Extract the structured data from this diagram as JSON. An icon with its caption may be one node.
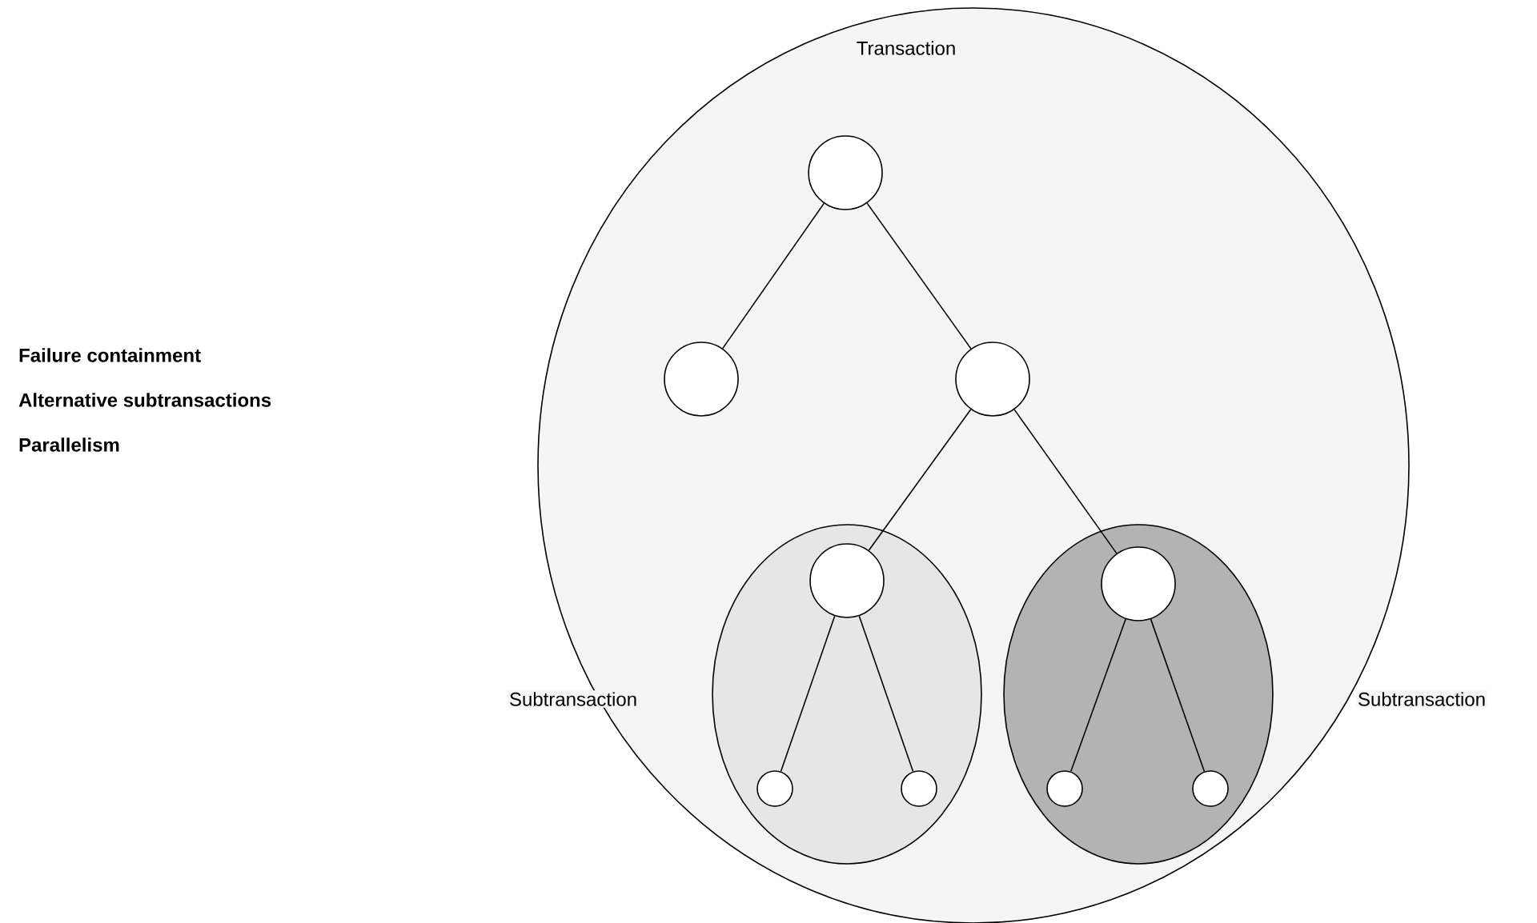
{
  "diagram": {
    "nodes": [
      {
        "text": [
          "Transaction"
        ]
      },
      {
        "text": [],
        "shape": "circle",
        "in": 0
      },
      {
        "text": [],
        "shape": "circle",
        "in": 0
      },
      {
        "text": [],
        "shape": "circle",
        "in": 0
      },
      {
        "text": [],
        "shape": "ellipse",
        "in": 0,
        "beside": [
          "Subtransaction"
        ]
      },
      {
        "text": [],
        "shape": "circle",
        "in": 4
      },
      {
        "text": [],
        "shape": "circle",
        "in": 4
      },
      {
        "text": [],
        "shape": "circle",
        "in": 4
      },
      {
        "text": [],
        "shape": "ellipse",
        "in": 0,
        "beside": [
          "Subtransaction"
        ]
      },
      {
        "text": [],
        "shape": "circle",
        "in": 8
      },
      {
        "text": [],
        "shape": "circle",
        "in": 8
      },
      {
        "text": [],
        "shape": "circle",
        "in": 8
      }
    ],
    "edges": [
      {
        "from": 1,
        "to": 2,
        "arrow": "none"
      },
      {
        "from": 1,
        "to": 3,
        "arrow": "none"
      },
      {
        "from": 3,
        "to": 5,
        "arrow": "none"
      },
      {
        "from": 3,
        "to": 9,
        "arrow": "none"
      },
      {
        "from": 5,
        "to": 6,
        "arrow": "none"
      },
      {
        "from": 5,
        "to": 7,
        "arrow": "none"
      },
      {
        "from": 9,
        "to": 10,
        "arrow": "none"
      },
      {
        "from": 9,
        "to": 11,
        "arrow": "none"
      }
    ],
    "labels": [
      "Failure containment",
      "Alternative subtransactions",
      "Parallelism"
    ]
  }
}
